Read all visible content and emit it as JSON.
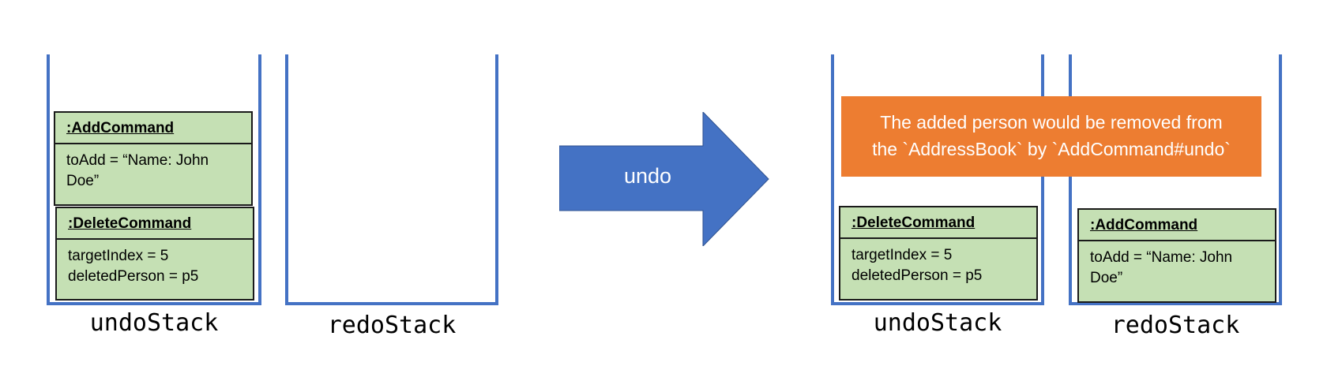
{
  "colors": {
    "stack_border": "#4472c4",
    "arrow": "#4472c4",
    "command_fill": "#c5e0b4",
    "note_fill": "#ed7d31"
  },
  "before": {
    "undo_stack": {
      "label": "undoStack",
      "commands": [
        {
          "name": ":AddCommand",
          "lines": [
            "toAdd = “Name: John",
            "Doe”"
          ]
        },
        {
          "name": ":DeleteCommand",
          "lines": [
            "targetIndex = 5",
            "deletedPerson = p5"
          ]
        }
      ]
    },
    "redo_stack": {
      "label": "redoStack",
      "commands": []
    }
  },
  "transition": {
    "label": "undo",
    "icon": "right-arrow-icon"
  },
  "after": {
    "undo_stack": {
      "label": "undoStack",
      "commands": [
        {
          "name": ":DeleteCommand",
          "lines": [
            "targetIndex = 5",
            "deletedPerson = p5"
          ]
        }
      ]
    },
    "redo_stack": {
      "label": "redoStack",
      "commands": [
        {
          "name": ":AddCommand",
          "lines": [
            "toAdd = “Name: John",
            "Doe”"
          ]
        }
      ]
    },
    "note": {
      "lines": [
        "The added person would be removed from",
        "the `AddressBook` by `AddCommand#undo`"
      ]
    }
  }
}
